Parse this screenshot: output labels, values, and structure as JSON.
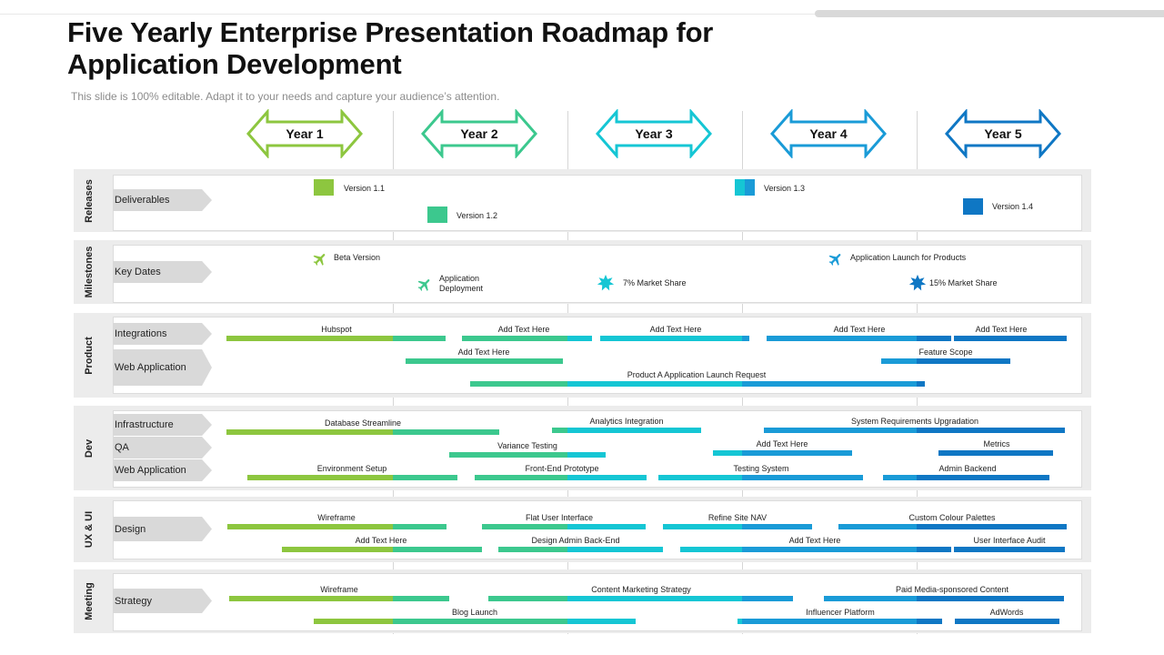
{
  "title": "Five Yearly Enterprise Presentation Roadmap for Application Development",
  "subtitle": "This slide is 100% editable. Adapt it to your needs and capture your audience’s attention.",
  "years": [
    "Year 1",
    "Year 2",
    "Year 3",
    "Year 4",
    "Year 5"
  ],
  "colors": {
    "y1": "#8dc63f",
    "y2": "#3cc88e",
    "y3": "#15c6d4",
    "y4": "#1a9bd7",
    "y5": "#0f77c4"
  },
  "sections": [
    {
      "name": "Releases",
      "rows": [
        "Deliverables"
      ]
    },
    {
      "name": "Milestones",
      "rows": [
        "Key Dates"
      ]
    },
    {
      "name": "Product",
      "rows": [
        "Integrations",
        "Web Application"
      ]
    },
    {
      "name": "Dev",
      "rows": [
        "Infrastructure",
        "QA",
        "Web Application"
      ]
    },
    {
      "name": "UX & UI",
      "rows": [
        "Design"
      ]
    },
    {
      "name": "Meeting",
      "rows": [
        "Strategy"
      ]
    }
  ],
  "releases": [
    "Version 1.1",
    "Version 1.2",
    "Version 1.3",
    "Version 1.4"
  ],
  "milestones": [
    "Beta Version",
    "Application Deployment",
    "7% Market Share",
    "Application Launch for Products",
    "15% Market Share"
  ],
  "tasks": {
    "product": [
      "Hubspot",
      "Add Text Here",
      "Add Text Here",
      "Add Text Here",
      "Add Text Here",
      "Add Text Here",
      "Feature Scope",
      "Product A Application Launch Request"
    ],
    "dev": [
      "Database Streamline",
      "Analytics Integration",
      "System Requirements Upgradation",
      "Variance Testing",
      "Add Text Here",
      "Metrics",
      "Environment Setup",
      "Front-End Prototype",
      "Testing System",
      "Admin Backend"
    ],
    "ux": [
      "Wireframe",
      "Flat User Interface",
      "Refine Site NAV",
      "Custom Colour Palettes",
      "Add Text Here",
      "Design Admin Back-End",
      "Add Text Here",
      "User Interface Audit"
    ],
    "meeting": [
      "Wireframe",
      "Content Marketing Strategy",
      "Paid Media-sponsored  Content",
      "Blog Launch",
      "Influencer Platform",
      "AdWords"
    ]
  }
}
